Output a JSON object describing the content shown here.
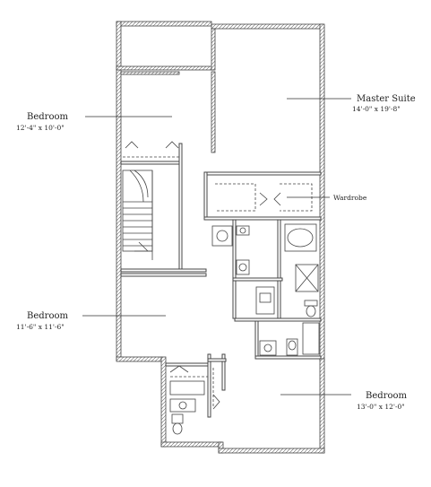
{
  "rooms": [
    {
      "id": "master",
      "name": "Master Suite",
      "dims": "14'-0\" x 19'-8\""
    },
    {
      "id": "bedroom1",
      "name": "Bedroom",
      "dims": "12'-4\" x 10'-0\""
    },
    {
      "id": "wardrobe",
      "name": "Wardrobe",
      "dims": ""
    },
    {
      "id": "bedroom2",
      "name": "Bedroom",
      "dims": "11'-6\" x 11'-6\""
    },
    {
      "id": "bedroom3",
      "name": "Bedroom",
      "dims": "13'-0\" x 12'-0\""
    }
  ]
}
